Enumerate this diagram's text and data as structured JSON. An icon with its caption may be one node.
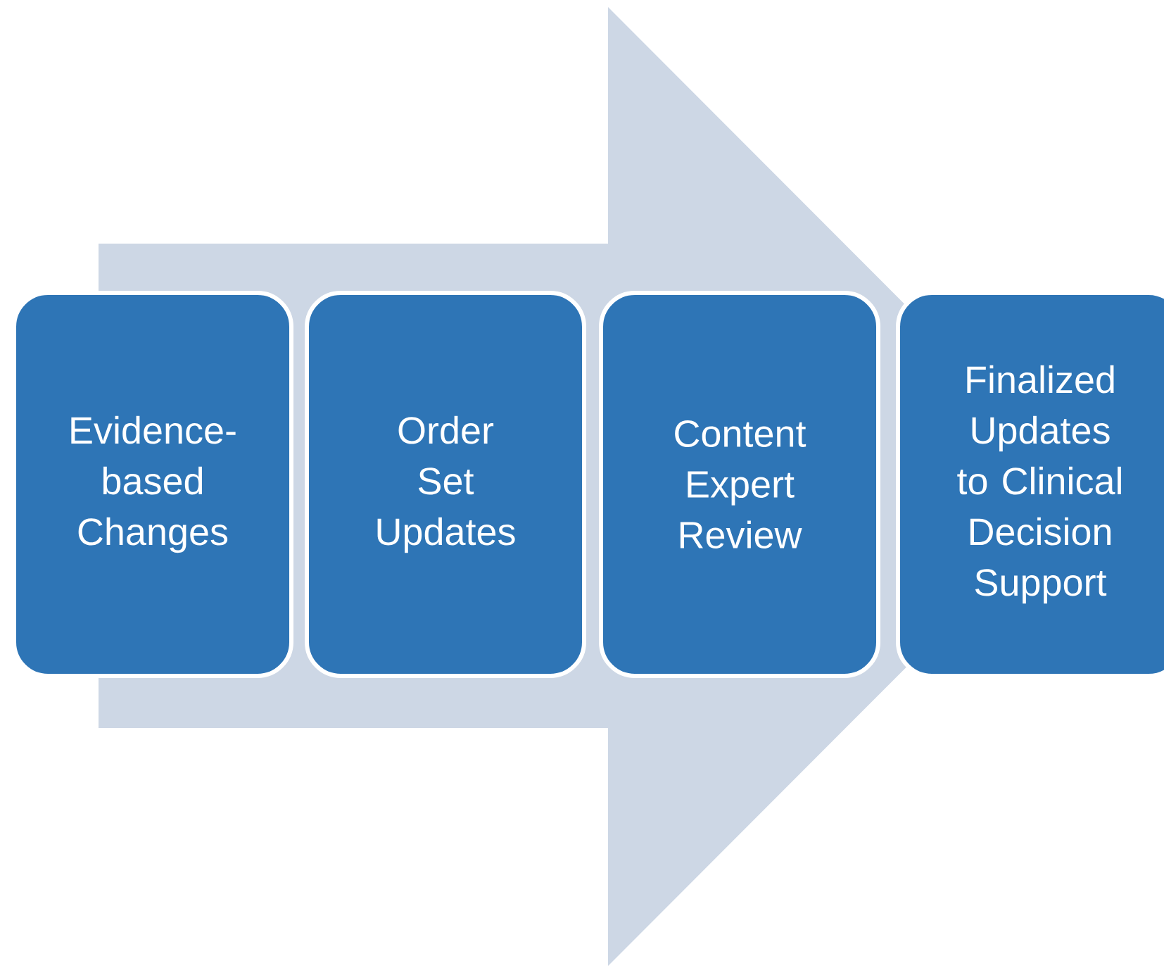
{
  "diagram": {
    "nodes": [
      {
        "text": [
          "Evidence-based Changes"
        ]
      },
      {
        "text": [
          "Order Set Updates"
        ]
      },
      {
        "text": [
          "Content Expert Review"
        ]
      },
      {
        "text": [
          "Finalized Updates to Clinical Decision Support"
        ]
      }
    ],
    "edges": [
      {
        "from": 0,
        "to": 3,
        "arrow": "to"
      }
    ]
  }
}
